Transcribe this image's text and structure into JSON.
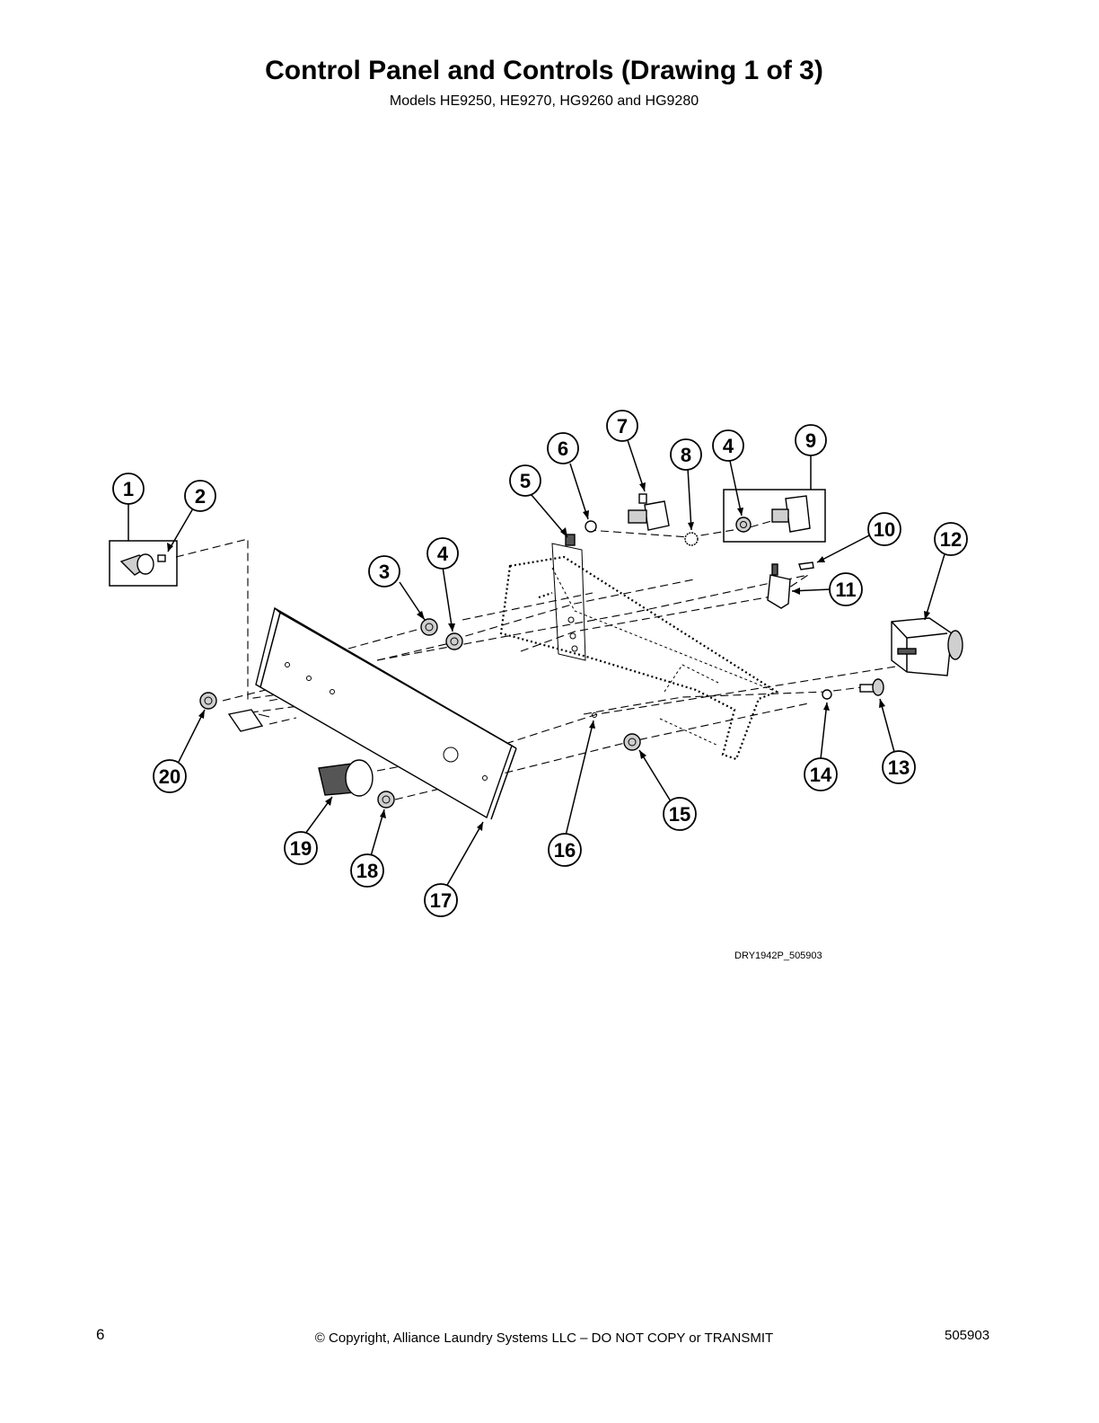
{
  "header": {
    "title": "Control Panel and Controls (Drawing 1 of 3)",
    "subtitle": "Models HE9250, HE9270, HG9260 and HG9280"
  },
  "diagram": {
    "callouts": [
      "1",
      "2",
      "3",
      "4",
      "5",
      "6",
      "7",
      "8",
      "4",
      "9",
      "10",
      "11",
      "12",
      "13",
      "14",
      "15",
      "16",
      "17",
      "18",
      "19",
      "20"
    ],
    "drawing_id": "DRY1942P_505903"
  },
  "footer": {
    "page_number": "6",
    "copyright": "© Copyright, Alliance Laundry Systems LLC – DO NOT COPY or TRANSMIT",
    "document_number": "505903"
  }
}
